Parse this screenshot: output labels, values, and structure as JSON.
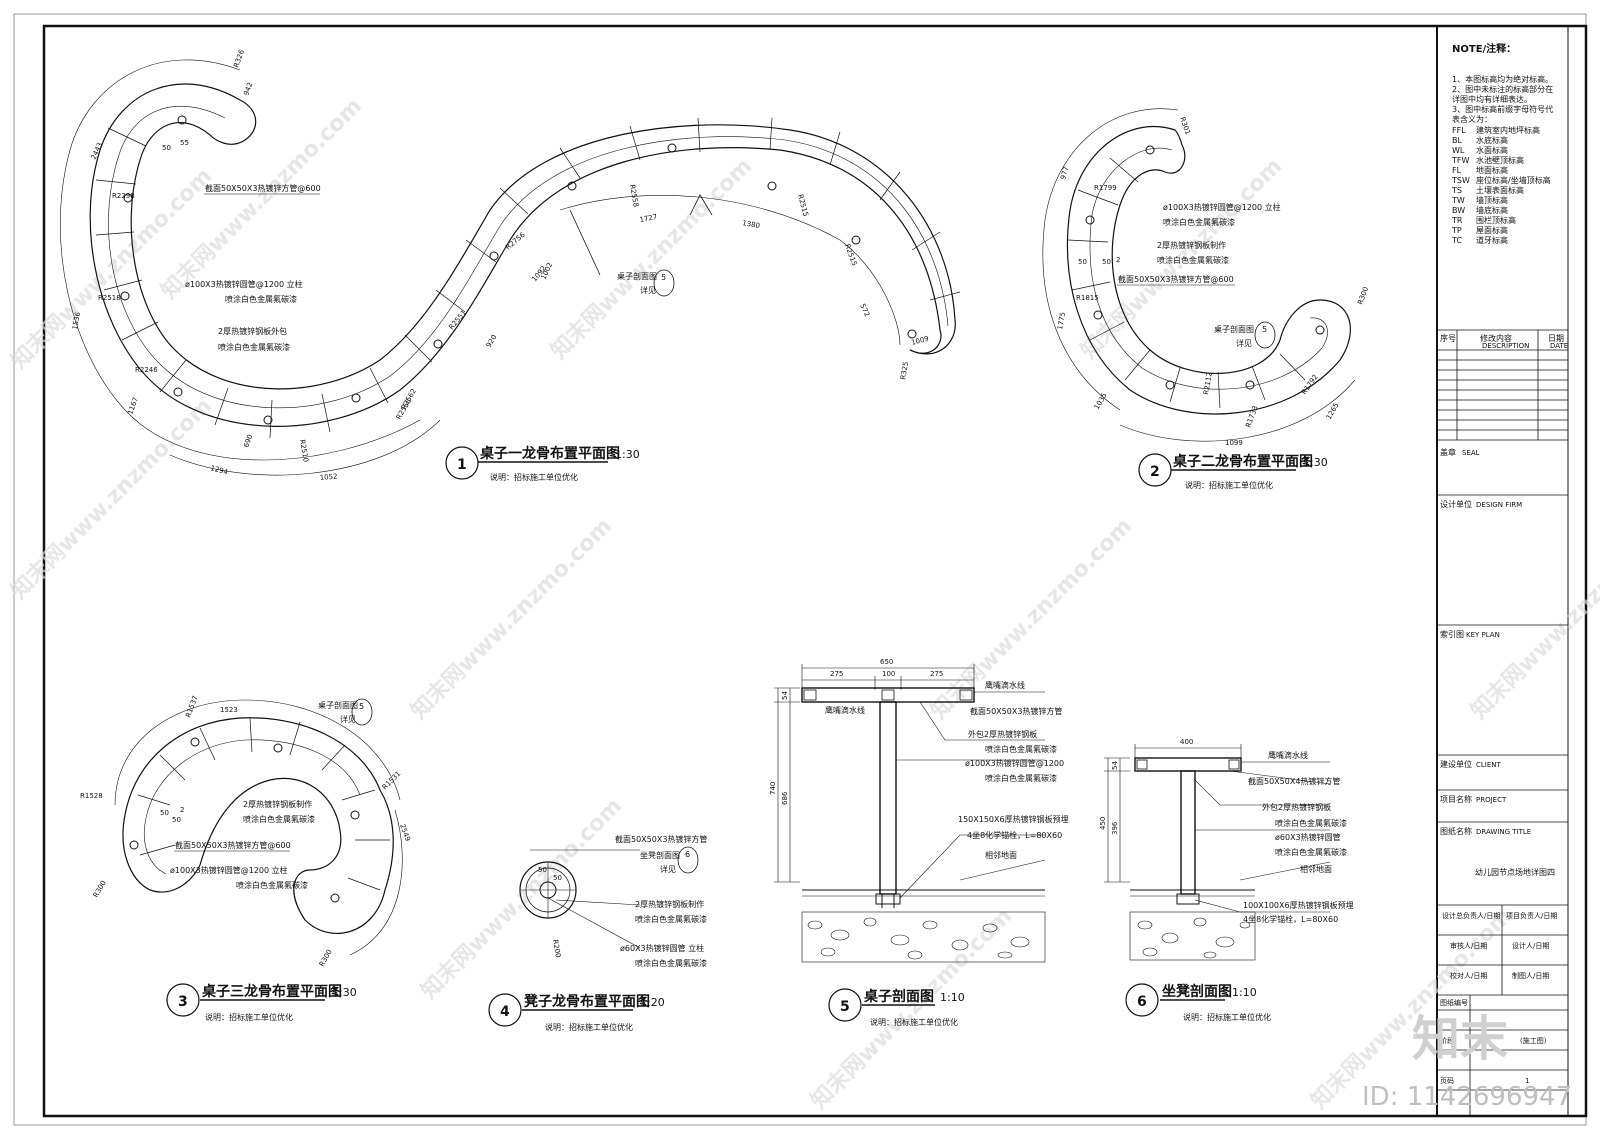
{
  "notes": {
    "heading": "NOTE/注释：",
    "lines": [
      "1、本图标高均为绝对标高。",
      "2、图中未标注的标高部分在",
      "详图中均有详细表达。",
      "3、图中标高前缀字母符号代",
      "表含义为："
    ],
    "codes": [
      {
        "code": "FFL",
        "text": "建筑室内地坪标高"
      },
      {
        "code": "BL",
        "text": "水底标高"
      },
      {
        "code": "WL",
        "text": "水面标高"
      },
      {
        "code": "TFW",
        "text": "水池壁顶标高"
      },
      {
        "code": "FL",
        "text": "地面标高"
      },
      {
        "code": "TSW",
        "text": "座位标高/坐墙顶标高"
      },
      {
        "code": "TS",
        "text": "土壤表面标高"
      },
      {
        "code": "TW",
        "text": "墙顶标高"
      },
      {
        "code": "BW",
        "text": "墙底标高"
      },
      {
        "code": "TR",
        "text": "围栏顶标高"
      },
      {
        "code": "TP",
        "text": "屋面标高"
      },
      {
        "code": "TC",
        "text": "道牙标高"
      }
    ]
  },
  "title_block": {
    "rev_no": "序号",
    "rev_content": "修改内容",
    "rev_date": "日期",
    "rev_content_en": "DESCRIPTION",
    "rev_date_en": "DATE",
    "stamp": "盖章",
    "stamp_en": "SEAL",
    "design_unit": "设计单位",
    "design_unit_en": "DESIGN FIRM",
    "key_plan": "索引图",
    "key_plan_en": "KEY PLAN",
    "client": "建设单位",
    "client_en": "CLIENT",
    "project_name": "项目名称",
    "project_name_en": "PROJECT",
    "drawing_name": "图纸名称",
    "drawing_name_en": "DRAWING TITLE",
    "drawing_title": "幼儿园节点场地详图四",
    "design_director": "设计总负责人/日期",
    "project_director": "项目负责人/日期",
    "reviewer": "审核人/日期",
    "designer": "设计人/日期",
    "checker": "校对人/日期",
    "drafter": "制图人/日期",
    "drawing_no": "图纸编号",
    "phase": "阶段",
    "phase_value": "(施工图)",
    "sheet_label": "页码",
    "sheet_value": "1"
  },
  "views": [
    {
      "num": "1",
      "title": "桌子一龙骨布置平面图",
      "scale": "1:30",
      "note": "说明：招标施工单位优化"
    },
    {
      "num": "2",
      "title": "桌子二龙骨布置平面图",
      "scale": "1:30",
      "note": "说明：招标施工单位优化"
    },
    {
      "num": "3",
      "title": "桌子三龙骨布置平面图",
      "scale": "1:30",
      "note": "说明：招标施工单位优化"
    },
    {
      "num": "4",
      "title": "凳子龙骨布置平面图",
      "scale": "1:20",
      "note": "说明：招标施工单位优化"
    },
    {
      "num": "5",
      "title": "桌子剖面图",
      "scale": "1:10",
      "note": "说明：招标施工单位优化"
    },
    {
      "num": "6",
      "title": "坐凳剖面图",
      "scale": "1:10",
      "note": "说明：招标施工单位优化"
    }
  ],
  "annotations": {
    "v1": {
      "a": "截面50X50X3热镀锌方管@600",
      "b1": "ø100X3热镀锌圆管@1200  立柱",
      "b2": "喷涂白色金属氟碳漆",
      "c1": "2厚热镀锌钢板外包",
      "c2": "喷涂白色金属氟碳漆",
      "d1": "桌子剖面图",
      "d2": "详见",
      "dref": "5",
      "dims": [
        "R326",
        "R2298",
        "R2518",
        "R2246",
        "R2558",
        "R2558",
        "R2515",
        "R2515",
        "R2756",
        "R2551",
        "R2562",
        "R2510",
        "R325",
        "2443",
        "1536",
        "1167",
        "690",
        "1294",
        "1052",
        "1002",
        "1727",
        "1380",
        "920",
        "1092",
        "1009",
        "942",
        "50",
        "55",
        "572"
      ]
    },
    "v2": {
      "a1": "ø100X3热镀锌圆管@1200  立柱",
      "a2": "喷涂白色金属氟碳漆",
      "b1": "2厚热镀锌钢板制作",
      "b2": "喷涂白色金属氟碳漆",
      "c": "截面50X50X3热镀锌方管@600",
      "d1": "桌子剖面图",
      "d2": "详见",
      "dref": "5",
      "dims": [
        "R301",
        "R1799",
        "R1815",
        "R300",
        "R2112",
        "R1733",
        "R1792",
        "977",
        "1775",
        "1035",
        "1099",
        "1265",
        "50",
        "50",
        "2"
      ]
    },
    "v3": {
      "a1": "桌子剖面图",
      "a2": "详见",
      "aref": "5",
      "b1": "2厚热镀锌钢板制作",
      "b2": "喷涂白色金属氟碳漆",
      "c": "截面50X50X3热镀锌方管@600",
      "d1": "ø100X3热镀锌圆管@1200  立柱",
      "d2": "喷涂白色金属氟碳漆",
      "dims": [
        "R1537",
        "R1528",
        "R1531",
        "R300",
        "R300",
        "1523",
        "2549",
        "50",
        "50",
        "2"
      ]
    },
    "v4": {
      "a": "截面50X50X3热镀锌方管",
      "b1": "坐凳剖面图",
      "b2": "详见",
      "bref": "6",
      "c1": "2厚热镀锌钢板制作",
      "c2": "喷涂白色金属氟碳漆",
      "d1": "ø60X3热镀锌圆管  立柱",
      "d2": "喷涂白色金属氟碳漆",
      "dims": [
        "50",
        "50",
        "R200"
      ]
    },
    "v5": {
      "a": "鹰嘴滴水线",
      "b": "截面50X50X3热镀锌方管",
      "c": "鹰嘴滴水线",
      "d1": "外包2厚热镀锌钢板",
      "d2": "喷涂白色金属氟碳漆",
      "d3": "ø100X3热镀锌圆管@1200",
      "d4": "喷涂白色金属氟碳漆",
      "e1": "150X150X6厚热镀锌钢板预埋",
      "e2": "4坐8化学锚栓，L=80X60",
      "f": "相邻地面",
      "dims": [
        "650",
        "275",
        "100",
        "275",
        "54",
        "740",
        "686"
      ]
    },
    "v6": {
      "a": "鹰嘴滴水线",
      "b": "截面50X50X4热镀锌方管",
      "c1": "外包2厚热镀锌钢板",
      "c2": "喷涂白色金属氟碳漆",
      "c3": "ø60X3热镀锌圆管",
      "c4": "喷涂白色金属氟碳漆",
      "d": "相邻地面",
      "e1": "100X100X6厚热镀锌钢板预埋",
      "e2": "4坐8化学锚栓，L=80X60",
      "dims": [
        "400",
        "54",
        "450",
        "396"
      ]
    }
  },
  "watermark": {
    "text": "知末网www.znzmo.com",
    "logo": "知末",
    "id": "ID: 1142696947"
  }
}
